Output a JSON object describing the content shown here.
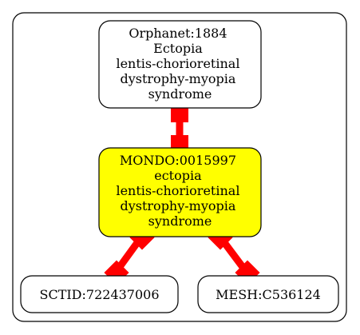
{
  "graph": {
    "nodes": {
      "orphanet": {
        "lines": [
          "Orphanet:1884",
          "Ectopia",
          "lentis-chorioretinal",
          "dystrophy-myopia",
          "syndrome"
        ],
        "fill": "#ffffff"
      },
      "mondo": {
        "lines": [
          "MONDO:0015997",
          "ectopia",
          "lentis-chorioretinal",
          "dystrophy-myopia",
          "syndrome"
        ],
        "fill": "#ffff00"
      },
      "sctid": {
        "lines": [
          "SCTID:722437006"
        ],
        "fill": "#ffffff"
      },
      "mesh": {
        "lines": [
          "MESH:C536124"
        ],
        "fill": "#ffffff"
      }
    },
    "edges": [
      {
        "from": "orphanet",
        "to": "mondo"
      },
      {
        "from": "mondo",
        "to": "sctid"
      },
      {
        "from": "mondo",
        "to": "mesh"
      }
    ],
    "edge_color": "#ff0000",
    "container_border_color": "#000000"
  }
}
